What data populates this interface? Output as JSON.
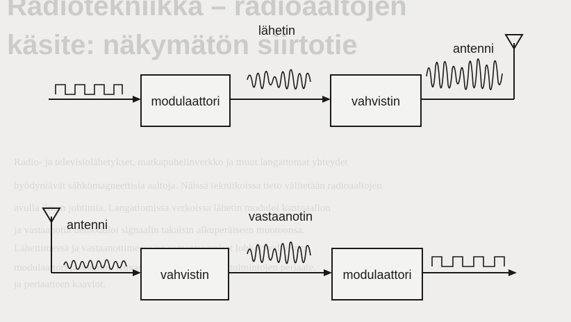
{
  "background": {
    "heading_line1": "Radiotekniikka – radioaaltojen",
    "heading_line2": "käsite: näkymätön siirtotie",
    "body_lines": [
      "Radio- ja televisiolähetykset, matkapuhelinverkko ja muut langattomat yhteydet",
      "hyödyntävät sähkömagneettisia aaltoja. Näissä tekniikoissa tieto välitetään radioaaltojen",
      "avulla ilman johtimia. Langattomissa verkoissa lähetin moduloi kantoaallon",
      "ja vastaanotin demoduloi signaalin takaisin alkuperäiseen muotoonsa.",
      "Lähettimessä ja vastaanottimessa on samantyyppiset lohkot: vahvistin,",
      "modulaattori ja antenni. Kuvassa on esitetty näiden toimintojen periaate.",
      "ja periaatteen kaaviot."
    ]
  },
  "top_row": {
    "section_label": "lähetin",
    "antenna_label": "antenni",
    "block1": "modulaattori",
    "block2": "vahvistin"
  },
  "bottom_row": {
    "section_label": "vastaanotin",
    "antenna_label": "antenni",
    "block1": "vahvistin",
    "block2": "modulaattori"
  },
  "colors": {
    "ink": "#1a1a1a",
    "paper": "#efeeec",
    "faded_text": "#c8c8c8"
  }
}
